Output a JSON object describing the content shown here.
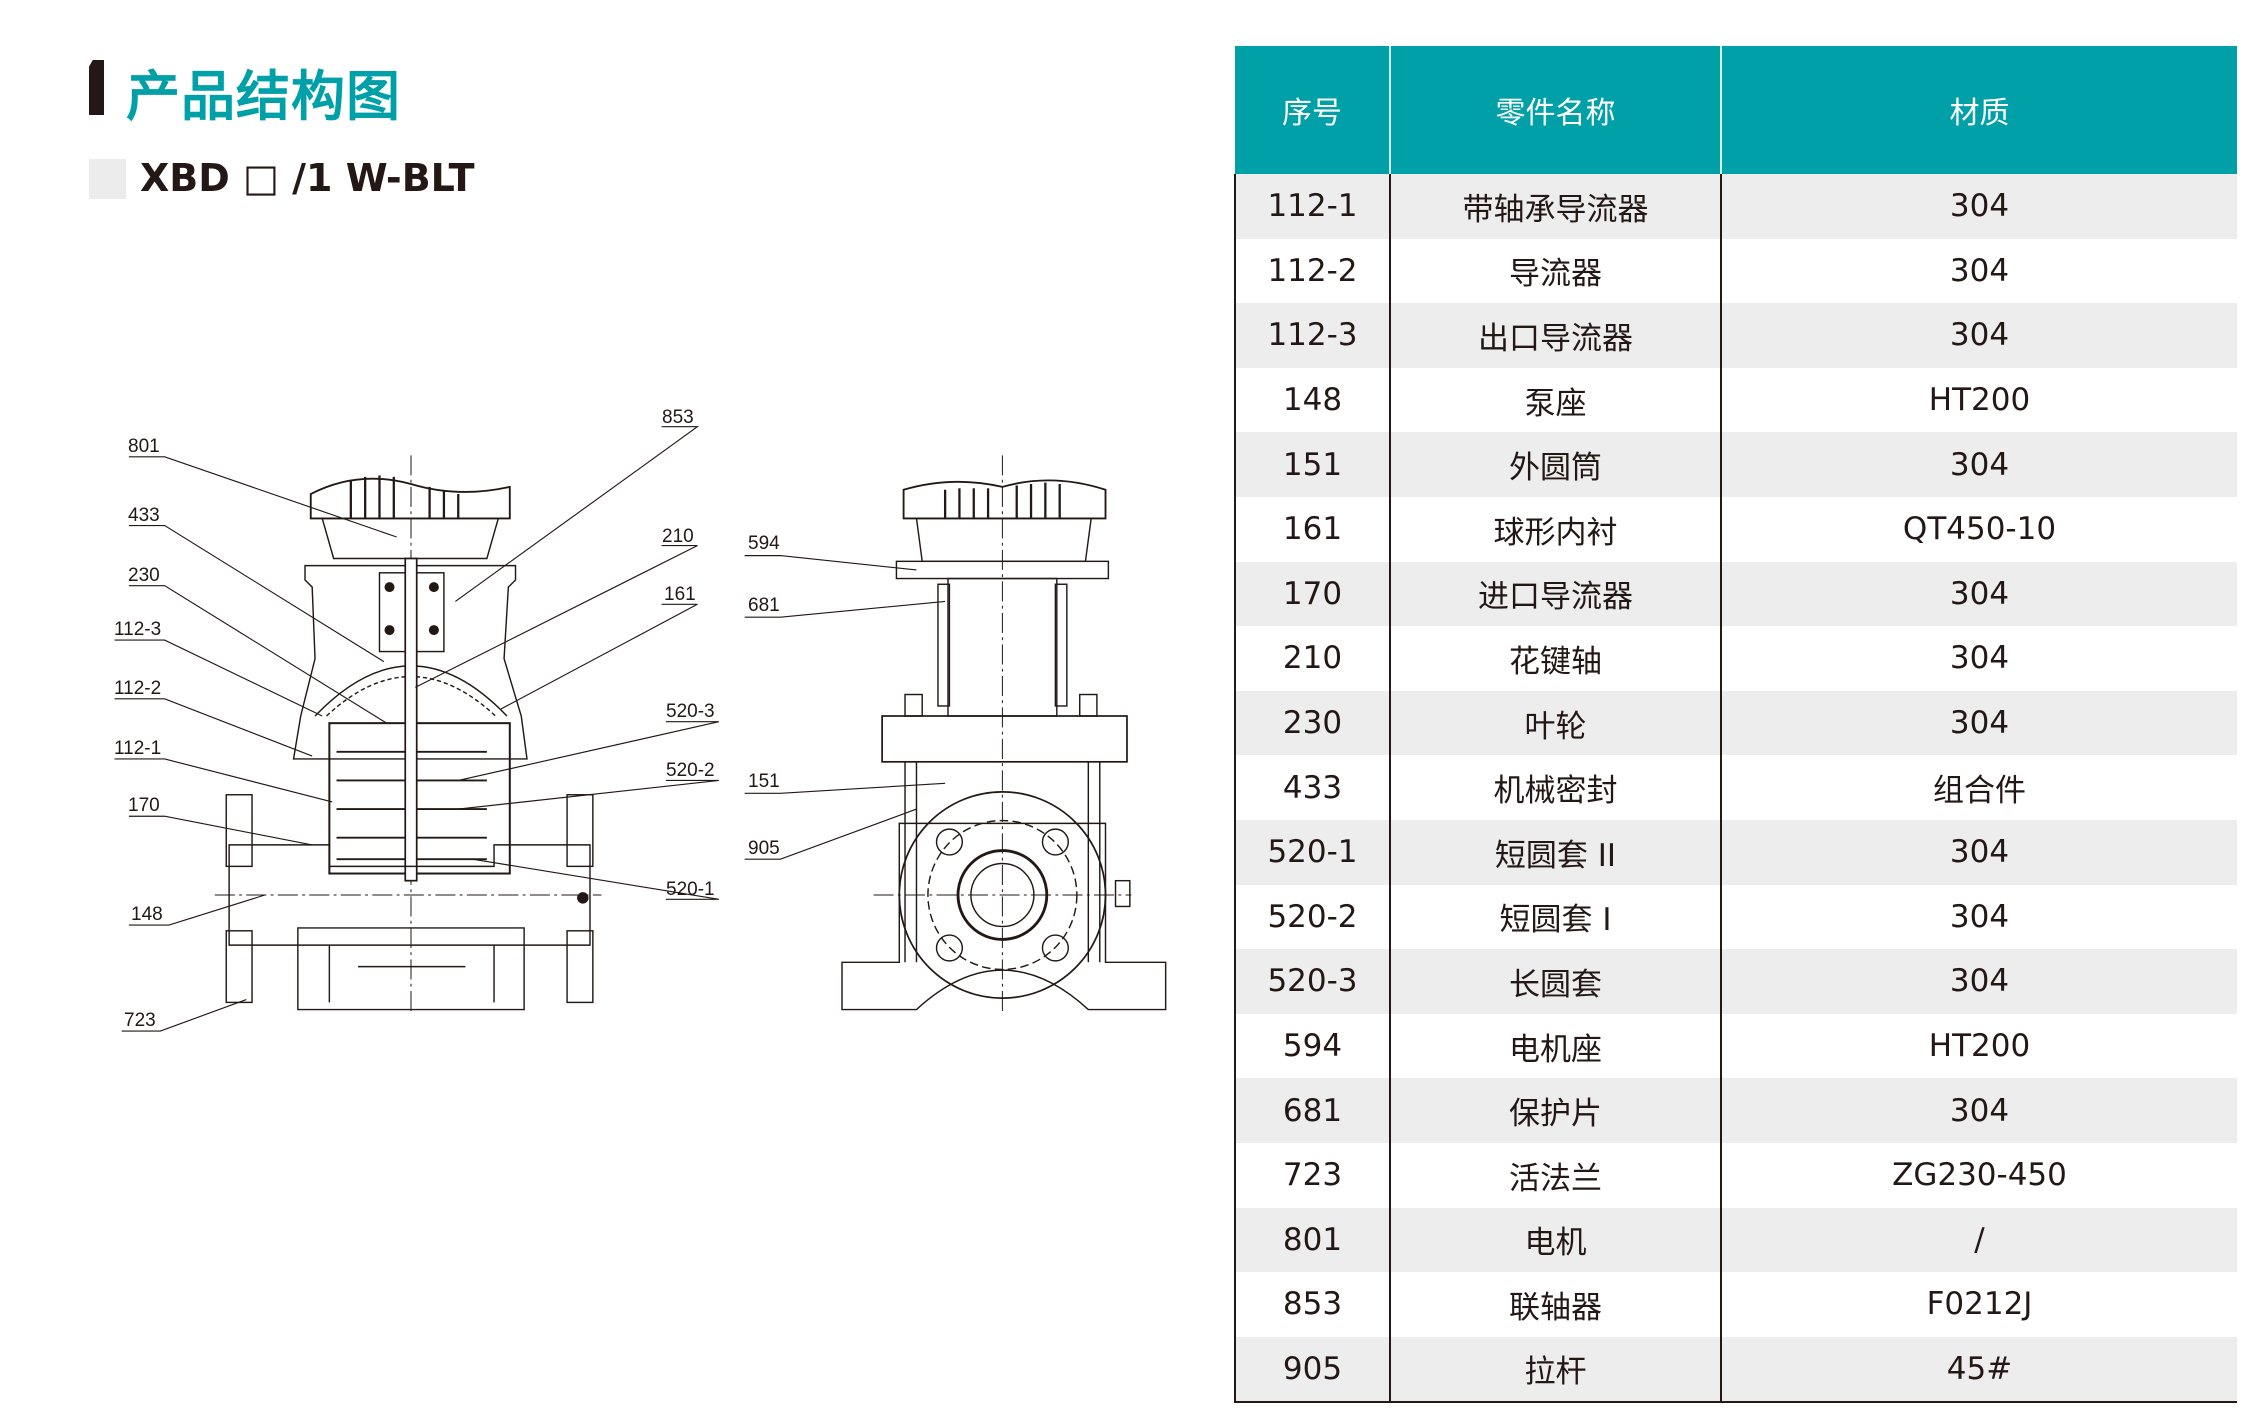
{
  "header": {
    "title": "产品结构图",
    "model": "XBD □ /1 W-BLT"
  },
  "colors": {
    "accent": "#00a0a9",
    "row_alt": "#ededed",
    "text": "#231815"
  },
  "drawing": {
    "labels_front": [
      "801",
      "433",
      "230",
      "112-3",
      "112-2",
      "112-1",
      "170",
      "148",
      "723",
      "853",
      "210",
      "161",
      "520-3",
      "520-2",
      "520-1"
    ],
    "labels_side": [
      "594",
      "681",
      "151",
      "905"
    ]
  },
  "table": {
    "headers": [
      "序号",
      "零件名称",
      "材质"
    ],
    "rows": [
      [
        "112-1",
        "带轴承导流器",
        "304"
      ],
      [
        "112-2",
        "导流器",
        "304"
      ],
      [
        "112-3",
        "出口导流器",
        "304"
      ],
      [
        "148",
        "泵座",
        "HT200"
      ],
      [
        "151",
        "外圆筒",
        "304"
      ],
      [
        "161",
        "球形内衬",
        "QT450-10"
      ],
      [
        "170",
        "进口导流器",
        "304"
      ],
      [
        "210",
        "花键轴",
        "304"
      ],
      [
        "230",
        "叶轮",
        "304"
      ],
      [
        "433",
        "机械密封",
        "组合件"
      ],
      [
        "520-1",
        "短圆套 II",
        "304"
      ],
      [
        "520-2",
        "短圆套 I",
        "304"
      ],
      [
        "520-3",
        "长圆套",
        "304"
      ],
      [
        "594",
        "电机座",
        "HT200"
      ],
      [
        "681",
        "保护片",
        "304"
      ],
      [
        "723",
        "活法兰",
        "ZG230-450"
      ],
      [
        "801",
        "电机",
        "/"
      ],
      [
        "853",
        "联轴器",
        "F0212J"
      ],
      [
        "905",
        "拉杆",
        "45#"
      ]
    ]
  }
}
